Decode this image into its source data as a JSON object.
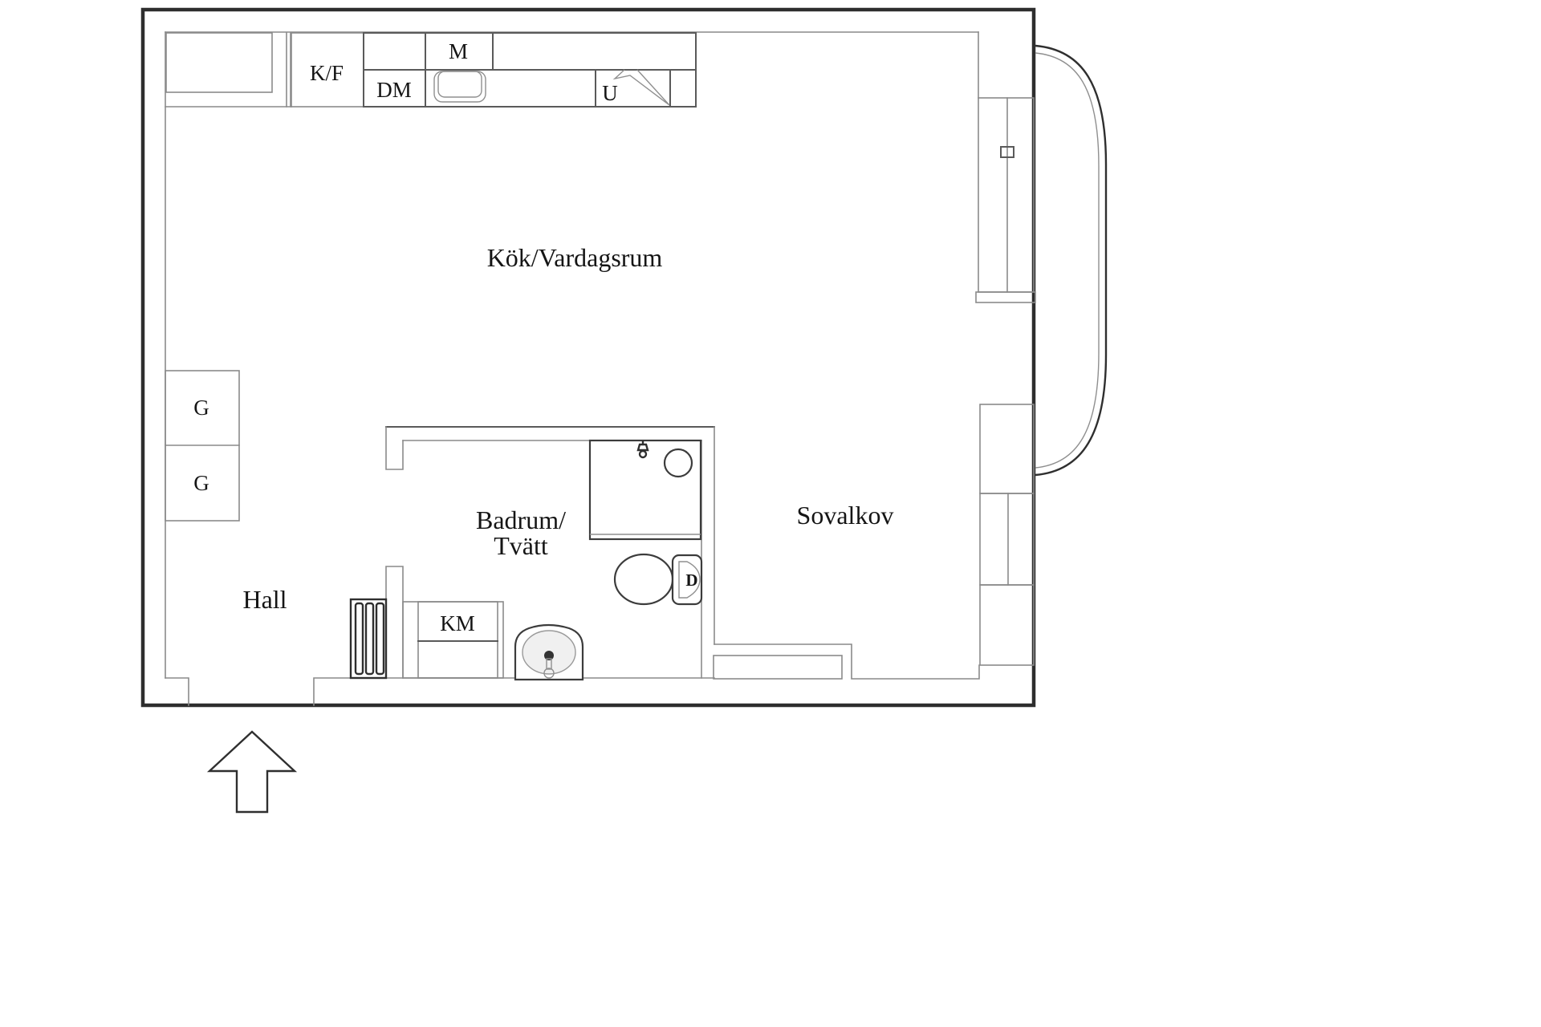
{
  "title": "Apartment floor plan",
  "colors": {
    "background": "#ffffff",
    "wall_outline": "#2e2e2e",
    "inner_line": "#8a8a8a",
    "fixture_line": "#3c3c3c",
    "text": "#151515"
  },
  "rooms": {
    "kitchen_living": "Kök/Vardagsrum",
    "hall": "Hall",
    "bathroom_line1": "Badrum/",
    "bathroom_line2": "Tvätt",
    "sleeping_alcove": "Sovalkov"
  },
  "fixtures": {
    "fridge_freezer": "K/F",
    "dishwasher": "DM",
    "microwave": "M",
    "oven": "U",
    "washing_machine": "KM",
    "wardrobe_1": "G",
    "wardrobe_2": "G",
    "toilet_flush": "D"
  },
  "icons": {
    "entrance_arrow": "entrance-direction-arrow"
  }
}
